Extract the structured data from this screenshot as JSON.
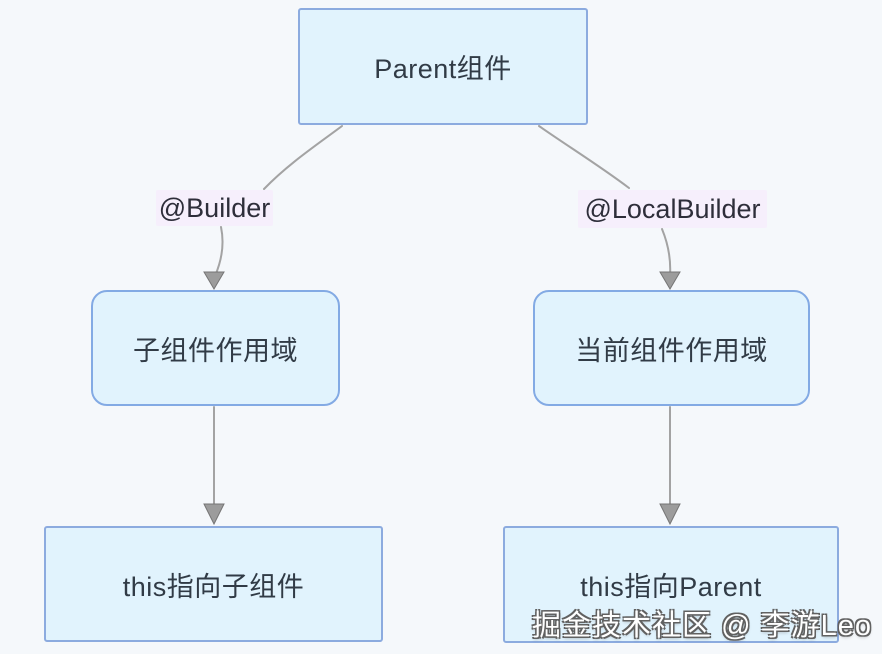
{
  "colors": {
    "background": "#f5f8fb",
    "node_fill": "#e1f3fd",
    "rect_border": "#8cabdf",
    "rounded_border": "#83aae4",
    "label_fill": "#f6effc",
    "text": "#313b46",
    "label_text": "#2e2e3a",
    "connector": "#a3a3a3",
    "arrow_fill": "#9c9c9c",
    "arrow_stroke": "#757575",
    "watermark_fill": "#ffffff",
    "watermark_outline": "#616161"
  },
  "nodes": {
    "parent": "Parent组件",
    "builder": "@Builder",
    "local_builder": "@LocalBuilder",
    "child_scope": "子组件作用域",
    "current_scope": "当前组件作用域",
    "this_child": "this指向子组件",
    "this_parent": "this指向Parent"
  },
  "edges": [
    {
      "from": "parent",
      "to": "builder",
      "arrow": false
    },
    {
      "from": "parent",
      "to": "local_builder",
      "arrow": false
    },
    {
      "from": "builder",
      "to": "child_scope",
      "arrow": true
    },
    {
      "from": "local_builder",
      "to": "current_scope",
      "arrow": true
    },
    {
      "from": "child_scope",
      "to": "this_child",
      "arrow": true
    },
    {
      "from": "current_scope",
      "to": "this_parent",
      "arrow": true
    }
  ],
  "watermark": "掘金技术社区 @ 李游Leo"
}
